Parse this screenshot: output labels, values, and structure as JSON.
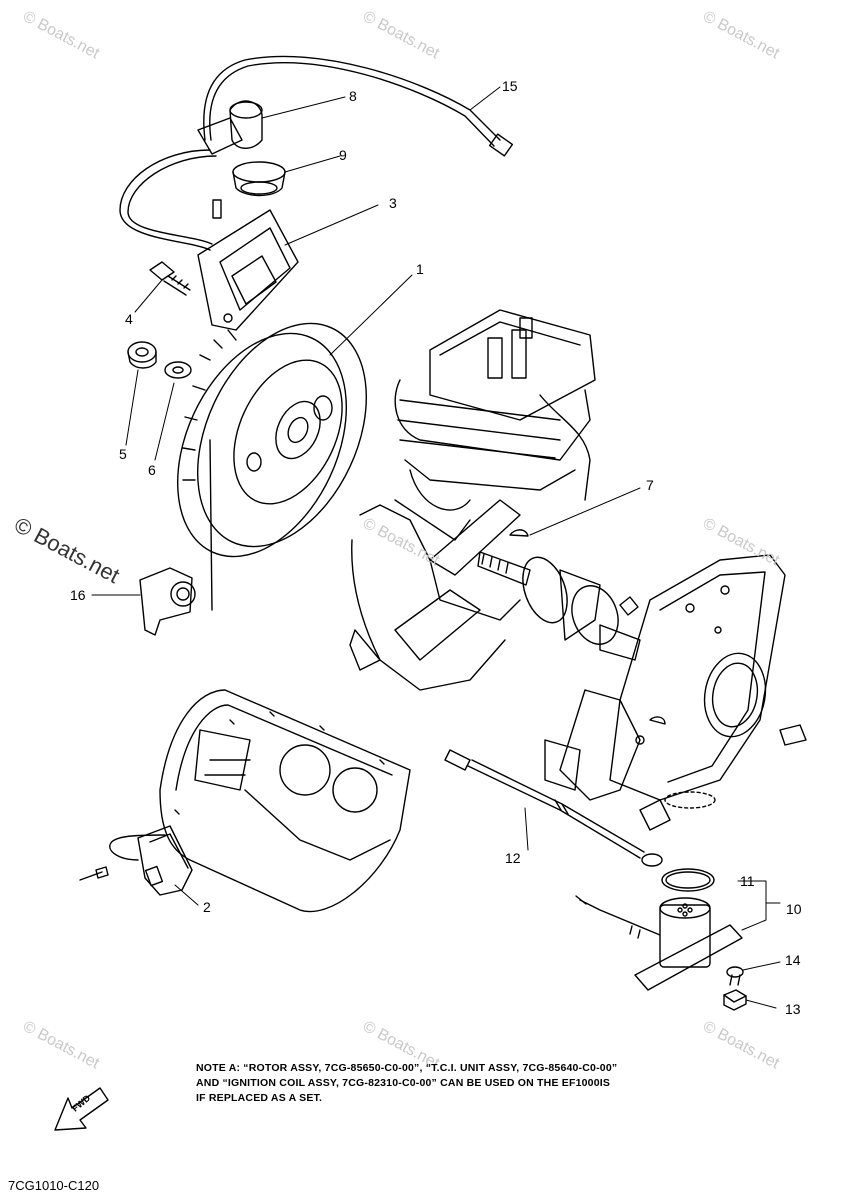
{
  "watermarks": {
    "text": "© Boats.net",
    "big_text": "© Boats.net"
  },
  "callouts": [
    "1",
    "2",
    "3",
    "4",
    "5",
    "6",
    "7",
    "8",
    "9",
    "10",
    "11",
    "12",
    "13",
    "14",
    "15",
    "16"
  ],
  "note": {
    "line1": "NOTE A: “ROTOR ASSY, 7CG-85650-C0-00”, “T.C.I. UNIT ASSY, 7CG-85640-C0-00”",
    "line2": "AND “IGNITION COIL ASSY, 7CG-82310-C0-00” CAN BE USED ON THE EF1000IS",
    "line3": "IF REPLACED AS A SET."
  },
  "fwd_label": "FWD",
  "diagram_code": "7CG1010-C120"
}
